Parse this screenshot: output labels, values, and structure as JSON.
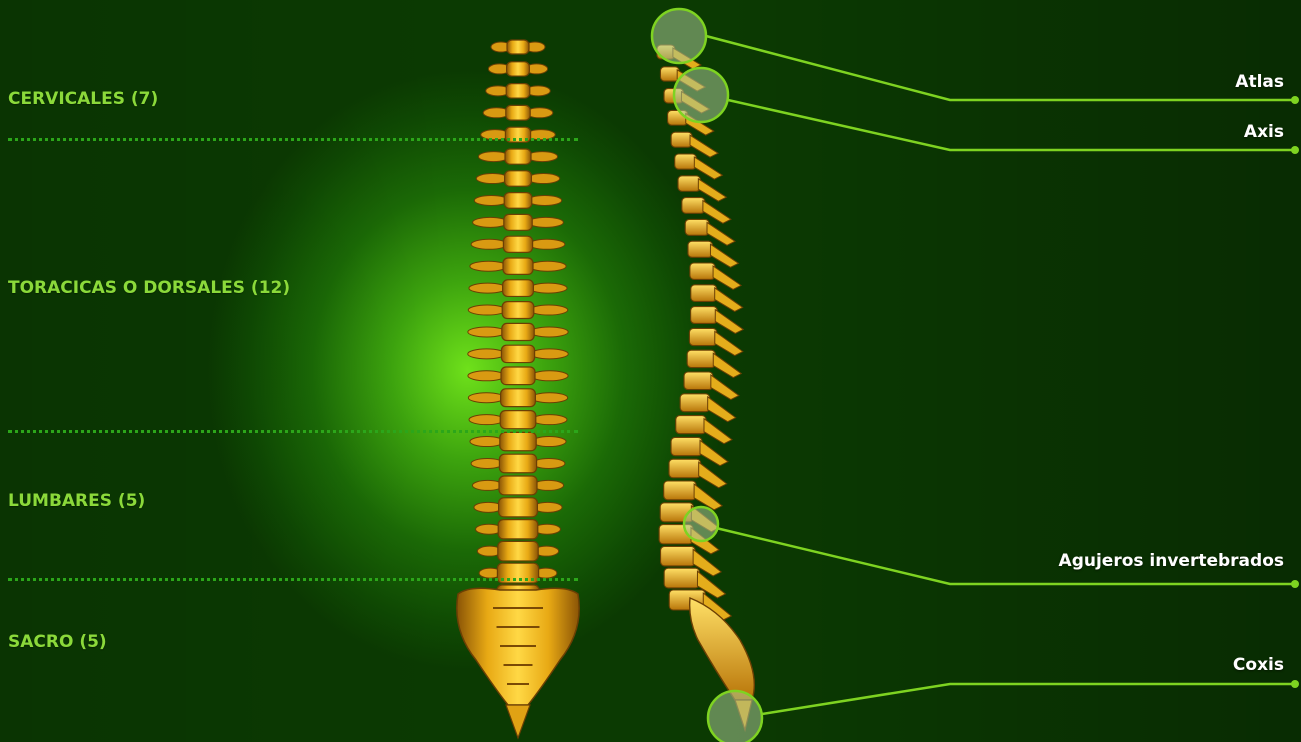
{
  "colors": {
    "bg_dark": "#0b3a02",
    "bg_glow": "#6fe11b",
    "region_label": "#8bd93a",
    "callout_line": "#7ed321",
    "bone": "#f2b81a",
    "bone_dark": "#7a4a05"
  },
  "regions": [
    {
      "id": "cervicales",
      "label": "CERVICALES (7)"
    },
    {
      "id": "toracicas",
      "label": "TORACICAS O DORSALES (12)"
    },
    {
      "id": "lumbares",
      "label": "LUMBARES (5)"
    },
    {
      "id": "sacro",
      "label": "SACRO (5)"
    }
  ],
  "callouts": [
    {
      "id": "atlas",
      "label": "Atlas"
    },
    {
      "id": "axis",
      "label": "Axis"
    },
    {
      "id": "agujeros",
      "label": "Agujeros invertebrados"
    },
    {
      "id": "coxis",
      "label": "Coxis"
    }
  ]
}
